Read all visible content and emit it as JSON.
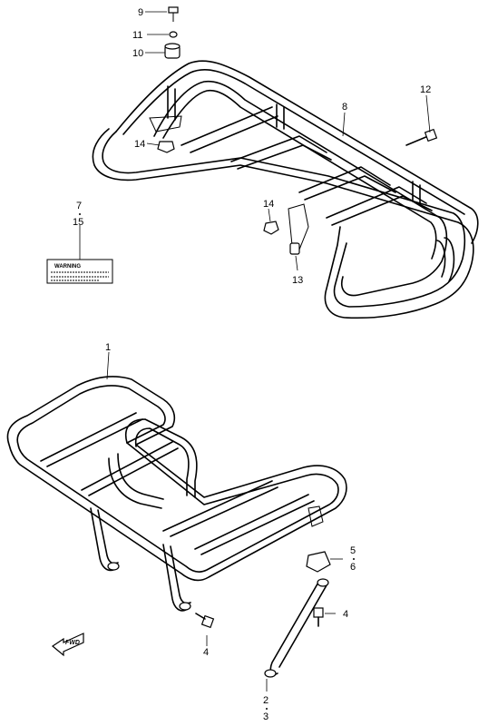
{
  "callouts": [
    {
      "id": "c9",
      "text": "9"
    },
    {
      "id": "c11",
      "text": "11"
    },
    {
      "id": "c10",
      "text": "10"
    },
    {
      "id": "c14a",
      "text": "14"
    },
    {
      "id": "c12",
      "text": "12"
    },
    {
      "id": "c8",
      "text": "8"
    },
    {
      "id": "c7",
      "text": "7"
    },
    {
      "id": "c15",
      "text": "15"
    },
    {
      "id": "c14b",
      "text": "14"
    },
    {
      "id": "c13",
      "text": "13"
    },
    {
      "id": "c1",
      "text": "1"
    },
    {
      "id": "c5",
      "text": "5"
    },
    {
      "id": "c6",
      "text": "6"
    },
    {
      "id": "c4a",
      "text": "4"
    },
    {
      "id": "c4b",
      "text": "4"
    },
    {
      "id": "c2",
      "text": "2"
    },
    {
      "id": "c3",
      "text": "3"
    }
  ],
  "warning_label": {
    "title": "WARNING"
  },
  "direction_arrow": {
    "text": "FWD"
  }
}
